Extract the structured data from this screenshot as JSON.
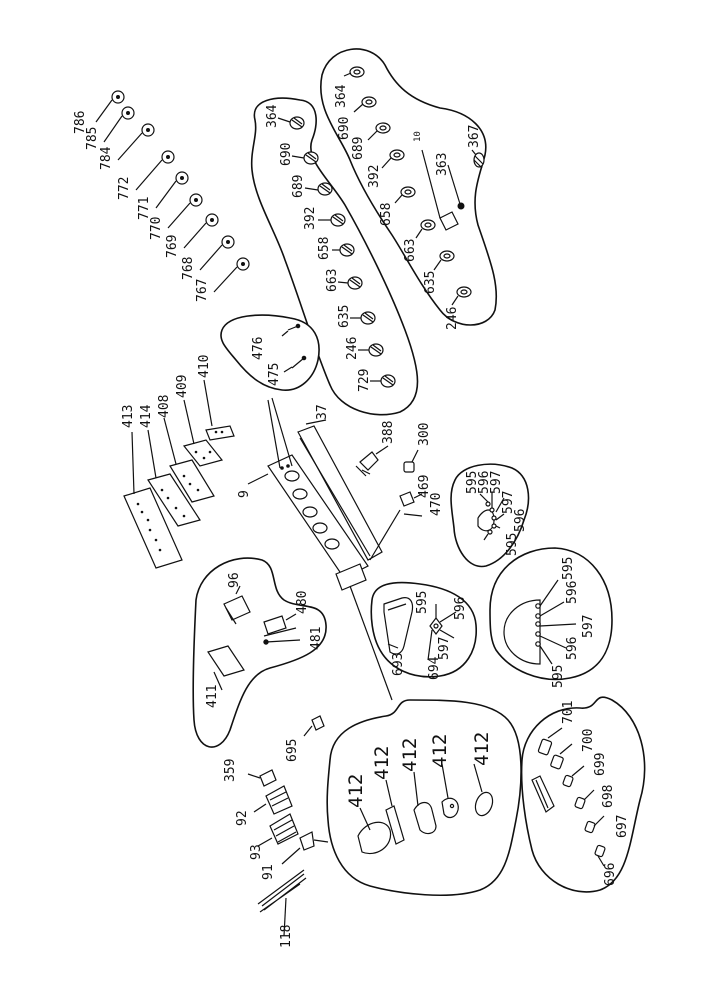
{
  "diagram": {
    "labels": {
      "l786": "786",
      "l785": "785",
      "l784": "784",
      "l772": "772",
      "l771": "771",
      "l770": "770",
      "l769": "769",
      "l768": "768",
      "l767": "767",
      "l413": "413",
      "l414": "414",
      "l408": "408",
      "l409": "409",
      "l410": "410",
      "l476": "476",
      "l475": "475",
      "l37": "37",
      "l9": "9",
      "l388": "388",
      "l300": "300",
      "l469": "469",
      "l470": "470",
      "a364": "364",
      "a690": "690",
      "a689": "689",
      "a392": "392",
      "a658": "658",
      "a663": "663",
      "a635": "635",
      "a246": "246",
      "a729": "729",
      "b364": "364",
      "b690": "690",
      "b689": "689",
      "b392": "392",
      "b658": "658",
      "b663": "663",
      "b635": "635",
      "b246": "246",
      "b363": "363",
      "b367": "367",
      "b10": "10",
      "c595a": "595",
      "c596a": "596",
      "c597a": "597",
      "c597b": "597",
      "c596b": "596",
      "c595b": "595",
      "d595a": "595",
      "d596a": "596",
      "d597": "597",
      "d596b": "596",
      "d595b": "595",
      "e595": "595",
      "e596": "596",
      "e597": "597",
      "e694": "694",
      "e693": "693",
      "f96": "96",
      "f480": "480",
      "f481": "481",
      "f411": "411",
      "g359": "359",
      "g695": "695",
      "g92": "92",
      "g93": "93",
      "g91": "91",
      "g118": "118",
      "h412a": "412",
      "h412b": "412",
      "h412c": "412",
      "h412d": "412",
      "h412e": "412",
      "i701": "701",
      "i700": "700",
      "i699": "699",
      "i698": "698",
      "i697": "697",
      "i696": "696"
    }
  }
}
